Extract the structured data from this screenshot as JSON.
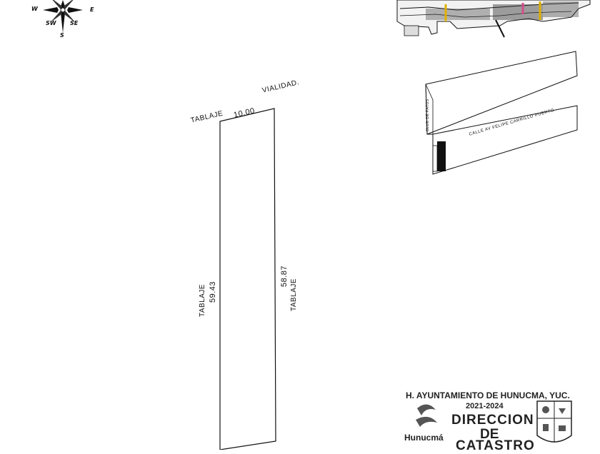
{
  "compass": {
    "labels": {
      "w": "W",
      "e": "E",
      "sw": "SW",
      "se": "SE",
      "s": "S"
    }
  },
  "plot": {
    "front_dim": "10.00",
    "left_dim": "59.43",
    "right_dim": "58.87",
    "top_neighbor": "TABLAJE",
    "top_road": "VIALIDAD.",
    "left_neighbor": "TABLAJE",
    "right_neighbor": "TABLAJE"
  },
  "location_map": {
    "street_label": "CALLE AV FELIPE CARRILLO PUERTO",
    "side_label": "CLUB DE PATOS"
  },
  "stamp": {
    "title": "H. AYUNTAMIENTO DE HUNUCMA, YUC.",
    "period": "2021-2024",
    "line1": "DIRECCION",
    "line2": "DE",
    "line3": "CATASTRO",
    "logo_text": "Hunucmá"
  },
  "colors": {
    "ink": "#111111",
    "road_yellow": "#e0b000",
    "road_pink": "#d64a8a"
  }
}
